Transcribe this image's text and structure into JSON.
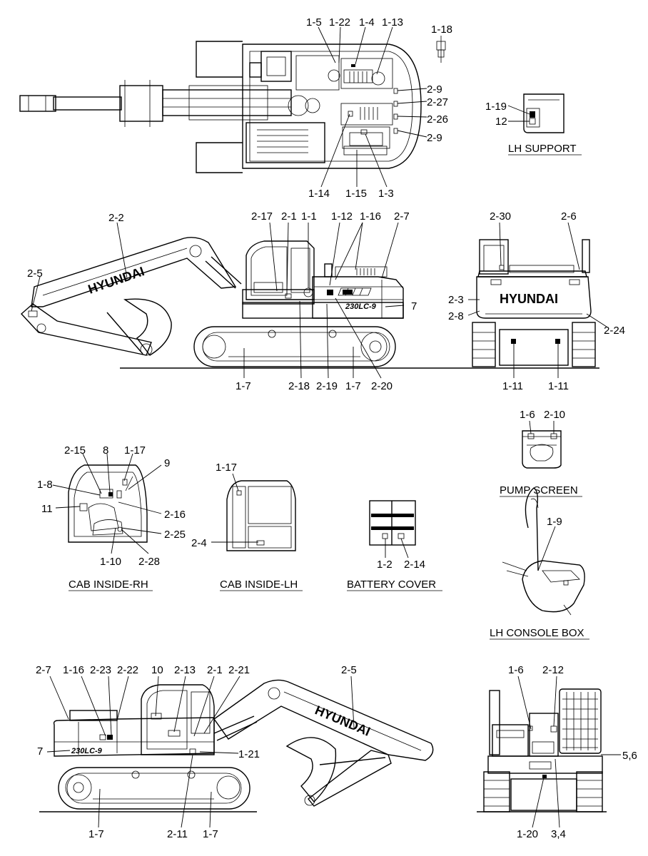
{
  "views": {
    "lh_support": "LH SUPPORT",
    "pump_screen": "PUMP SCREEN",
    "cab_inside_rh": "CAB INSIDE-RH",
    "cab_inside_lh": "CAB INSIDE-LH",
    "battery_cover": "BATTERY COVER",
    "lh_console_box": "LH CONSOLE BOX"
  },
  "brand": "HYUNDAI",
  "callouts": {
    "top": [
      "1-5",
      "1-22",
      "1-4",
      "1-13",
      "1-18",
      "2-9",
      "2-27",
      "2-26",
      "2-9",
      "1-14",
      "1-15",
      "1-3"
    ],
    "lh_support": [
      "1-19",
      "12"
    ],
    "side_left": [
      "2-2",
      "2-17",
      "2-1",
      "1-1",
      "1-12",
      "1-16",
      "2-7",
      "2-5",
      "7",
      "1-7",
      "2-18",
      "2-19",
      "1-7",
      "2-20"
    ],
    "rear": [
      "2-30",
      "2-6",
      "2-3",
      "2-8",
      "2-24",
      "1-11",
      "1-11"
    ],
    "pump_screen": [
      "1-6",
      "2-10"
    ],
    "cab_rh": [
      "2-15",
      "8",
      "1-17",
      "9",
      "1-8",
      "11",
      "2-16",
      "2-25",
      "1-10",
      "2-28"
    ],
    "cab_lh": [
      "1-17",
      "2-4"
    ],
    "battery": [
      "1-2",
      "2-14"
    ],
    "console": [
      "1-9"
    ],
    "side_right": [
      "2-7",
      "1-16",
      "2-23",
      "2-22",
      "10",
      "2-13",
      "2-1",
      "2-21",
      "2-5",
      "7",
      "1-21",
      "1-7",
      "2-11",
      "1-7"
    ],
    "front": [
      "1-6",
      "2-12",
      "5,6",
      "1-20",
      "3,4"
    ]
  }
}
